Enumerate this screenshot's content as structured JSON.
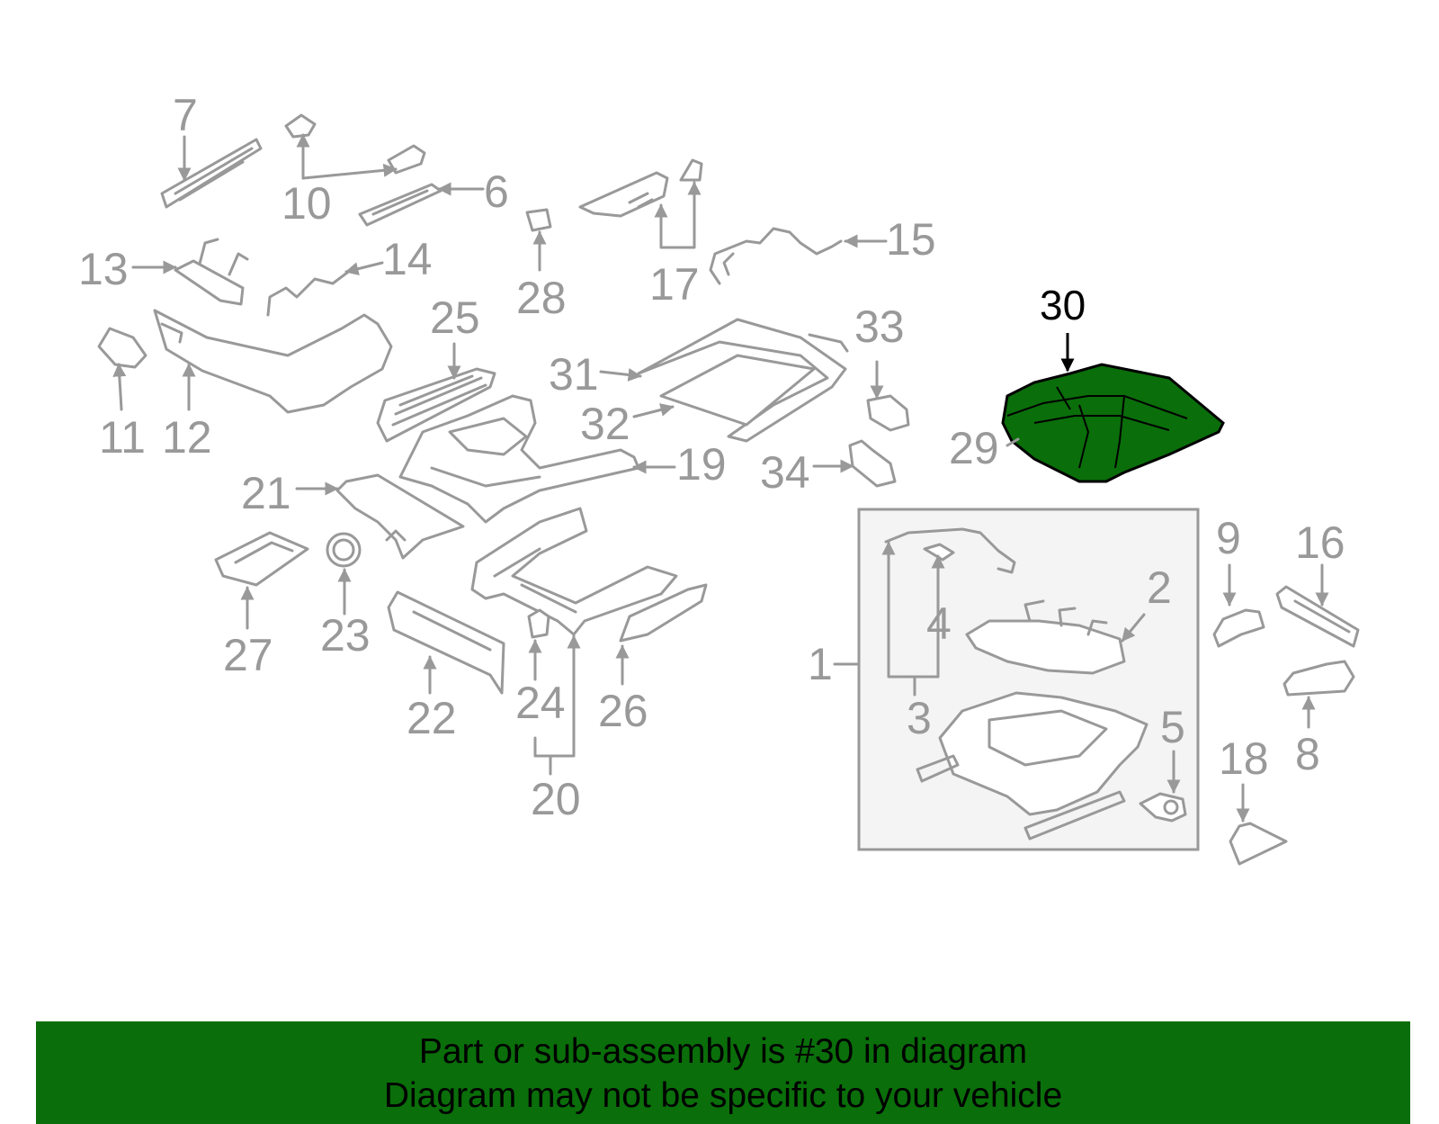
{
  "diagram": {
    "highlight_part": "30",
    "highlight_color": "#0a6e0a",
    "callouts": [
      "1",
      "2",
      "3",
      "4",
      "5",
      "6",
      "7",
      "8",
      "9",
      "10",
      "11",
      "12",
      "13",
      "14",
      "15",
      "16",
      "17",
      "18",
      "19",
      "20",
      "21",
      "22",
      "23",
      "24",
      "25",
      "26",
      "27",
      "28",
      "29",
      "30",
      "31",
      "32",
      "33",
      "34"
    ]
  },
  "banner": {
    "line1": "Part or sub-assembly is #30 in diagram",
    "line2": "Diagram may not be specific to your vehicle",
    "background": "#0a6e0a"
  }
}
